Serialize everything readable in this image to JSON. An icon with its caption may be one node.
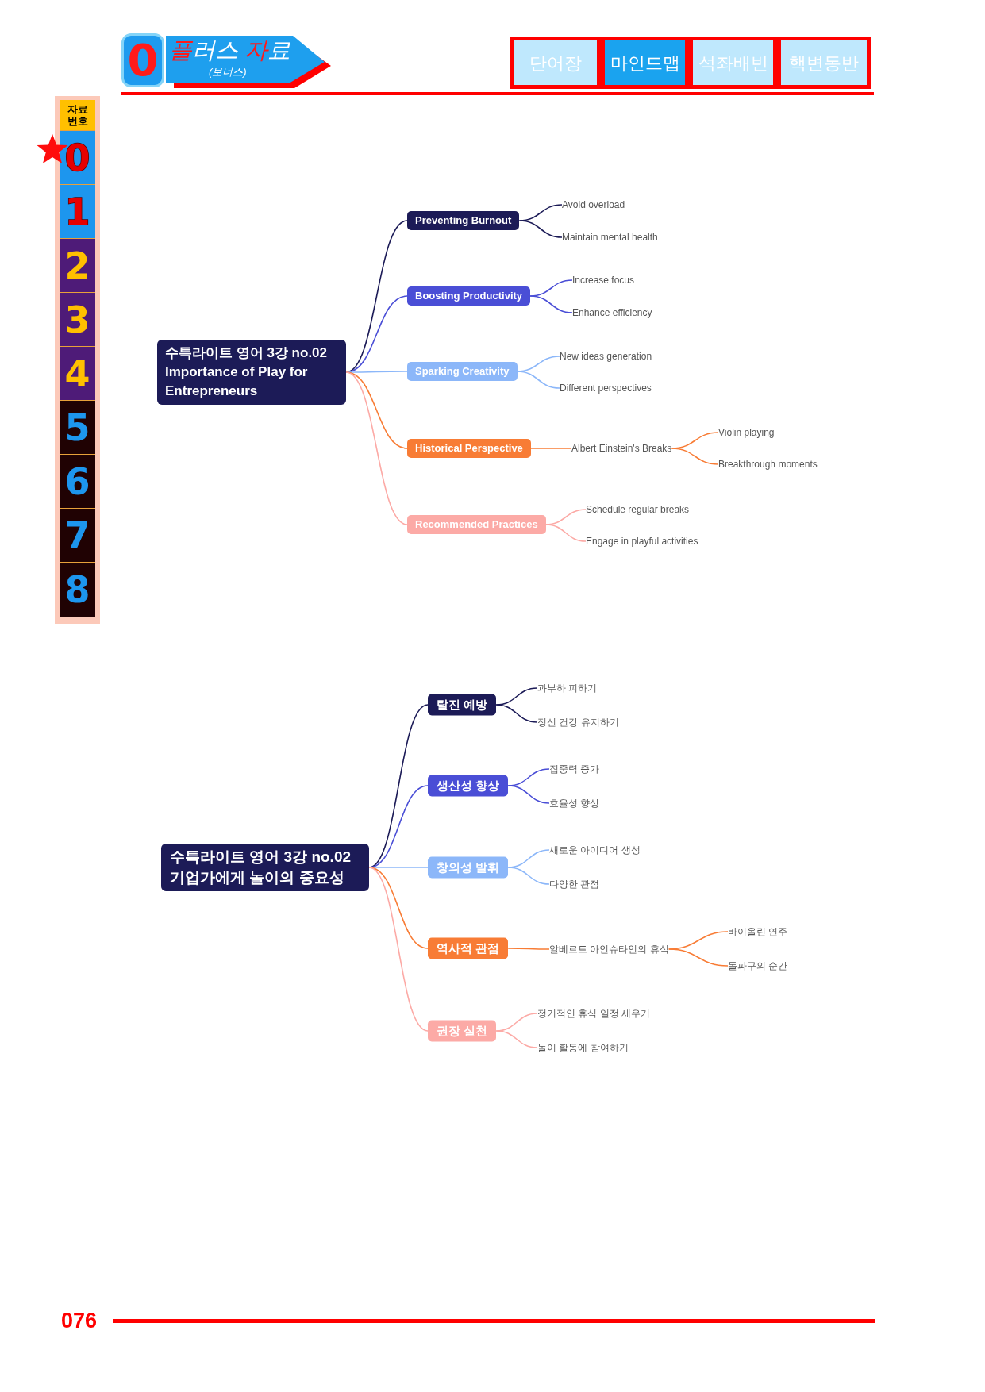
{
  "diagram": {
    "nodes": [
      {
        "text": [
          "0"
        ]
      },
      {
        "text": [
          "플러스 자료",
          "(보너스)"
        ]
      },
      {
        "text": [
          "단어장"
        ]
      },
      {
        "text": [
          "마인드맵"
        ]
      },
      {
        "text": [
          "석좌배빈"
        ]
      },
      {
        "text": [
          "핵변동반"
        ]
      },
      {
        "text": [
          "자료 번호"
        ]
      },
      {
        "text": [
          "0"
        ]
      },
      {
        "text": [
          "1"
        ]
      },
      {
        "text": [
          "2"
        ]
      },
      {
        "text": [
          "3"
        ]
      },
      {
        "text": [
          "4"
        ]
      },
      {
        "text": [
          "5"
        ]
      },
      {
        "text": [
          "6"
        ]
      },
      {
        "text": [
          "7"
        ]
      },
      {
        "text": [
          "8"
        ]
      },
      {
        "text": [
          "수특라이트 영어 3강 no.02",
          "Importance of Play for Entrepreneurs"
        ]
      },
      {
        "text": [
          "Preventing Burnout"
        ]
      },
      {
        "text": [
          "Avoid overload"
        ]
      },
      {
        "text": [
          "Maintain mental health"
        ]
      },
      {
        "text": [
          "Boosting Productivity"
        ]
      },
      {
        "text": [
          "Increase focus"
        ]
      },
      {
        "text": [
          "Enhance efficiency"
        ]
      },
      {
        "text": [
          "Sparking Creativity"
        ]
      },
      {
        "text": [
          "New ideas generation"
        ]
      },
      {
        "text": [
          "Different perspectives"
        ]
      },
      {
        "text": [
          "Historical Perspective"
        ]
      },
      {
        "text": [
          "Albert Einstein's Breaks"
        ]
      },
      {
        "text": [
          "Violin playing"
        ]
      },
      {
        "text": [
          "Breakthrough moments"
        ]
      },
      {
        "text": [
          "Recommended Practices"
        ]
      },
      {
        "text": [
          "Schedule regular breaks"
        ]
      },
      {
        "text": [
          "Engage in playful activities"
        ]
      },
      {
        "text": [
          "수특라이트 영어 3강 no.02",
          "기업가에게 놀이의 중요성"
        ]
      },
      {
        "text": [
          "탈진 예방"
        ]
      },
      {
        "text": [
          "과부하 피하기"
        ]
      },
      {
        "text": [
          "정신 건강 유지하기"
        ]
      },
      {
        "text": [
          "생산성 향상"
        ]
      },
      {
        "text": [
          "집중력 증가"
        ]
      },
      {
        "text": [
          "효율성 향상"
        ]
      },
      {
        "text": [
          "창의성 발휘"
        ]
      },
      {
        "text": [
          "새로운 아이디어 생성"
        ]
      },
      {
        "text": [
          "다양한 관점"
        ]
      },
      {
        "text": [
          "역사적 관점"
        ]
      },
      {
        "text": [
          "알베르트 아인슈타인의 휴식"
        ]
      },
      {
        "text": [
          "바이올린 연주"
        ]
      },
      {
        "text": [
          "돌파구의 순간"
        ]
      },
      {
        "text": [
          "권장 실천"
        ]
      },
      {
        "text": [
          "정기적인 휴식 일정 세우기"
        ]
      },
      {
        "text": [
          "놀이 활동에 참여하기"
        ]
      }
    ],
    "edges": [
      {
        "from": 16,
        "to": 17,
        "arrow": "none",
        "color": "#1c1b57"
      },
      {
        "from": 17,
        "to": 18,
        "arrow": "none",
        "color": "#1c1b57"
      },
      {
        "from": 17,
        "to": 19,
        "arrow": "none",
        "color": "#1c1b57"
      },
      {
        "from": 16,
        "to": 20,
        "arrow": "none",
        "color": "#4a4ed6"
      },
      {
        "from": 20,
        "to": 21,
        "arrow": "none",
        "color": "#4a4ed6"
      },
      {
        "from": 20,
        "to": 22,
        "arrow": "none",
        "color": "#4a4ed6"
      },
      {
        "from": 16,
        "to": 23,
        "arrow": "none",
        "color": "#8cb7f9"
      },
      {
        "from": 23,
        "to": 24,
        "arrow": "none",
        "color": "#8cb7f9"
      },
      {
        "from": 23,
        "to": 25,
        "arrow": "none",
        "color": "#8cb7f9"
      },
      {
        "from": 16,
        "to": 26,
        "arrow": "none",
        "color": "#f87c35"
      },
      {
        "from": 26,
        "to": 27,
        "arrow": "none",
        "color": "#f87c35"
      },
      {
        "from": 27,
        "to": 28,
        "arrow": "none",
        "color": "#f87c35"
      },
      {
        "from": 27,
        "to": 29,
        "arrow": "none",
        "color": "#f87c35"
      },
      {
        "from": 16,
        "to": 30,
        "arrow": "none",
        "color": "#fcaaa6"
      },
      {
        "from": 30,
        "to": 31,
        "arrow": "none",
        "color": "#fcaaa6"
      },
      {
        "from": 30,
        "to": 32,
        "arrow": "none",
        "color": "#fcaaa6"
      },
      {
        "from": 33,
        "to": 34,
        "arrow": "none",
        "color": "#1c1b57"
      },
      {
        "from": 34,
        "to": 35,
        "arrow": "none",
        "color": "#1c1b57"
      },
      {
        "from": 34,
        "to": 36,
        "arrow": "none",
        "color": "#1c1b57"
      },
      {
        "from": 33,
        "to": 37,
        "arrow": "none",
        "color": "#4a4ed6"
      },
      {
        "from": 37,
        "to": 38,
        "arrow": "none",
        "color": "#4a4ed6"
      },
      {
        "from": 37,
        "to": 39,
        "arrow": "none",
        "color": "#4a4ed6"
      },
      {
        "from": 33,
        "to": 40,
        "arrow": "none",
        "color": "#8cb7f9"
      },
      {
        "from": 40,
        "to": 41,
        "arrow": "none",
        "color": "#8cb7f9"
      },
      {
        "from": 40,
        "to": 42,
        "arrow": "none",
        "color": "#8cb7f9"
      },
      {
        "from": 33,
        "to": 43,
        "arrow": "none",
        "color": "#f87c35"
      },
      {
        "from": 43,
        "to": 44,
        "arrow": "none",
        "color": "#f87c35"
      },
      {
        "from": 44,
        "to": 45,
        "arrow": "none",
        "color": "#f87c35"
      },
      {
        "from": 44,
        "to": 46,
        "arrow": "none",
        "color": "#f87c35"
      },
      {
        "from": 33,
        "to": 47,
        "arrow": "none",
        "color": "#fcaaa6"
      },
      {
        "from": 47,
        "to": 48,
        "arrow": "none",
        "color": "#fcaaa6"
      },
      {
        "from": 47,
        "to": 49,
        "arrow": "none",
        "color": "#fcaaa6"
      }
    ],
    "labels": [
      "076"
    ]
  }
}
